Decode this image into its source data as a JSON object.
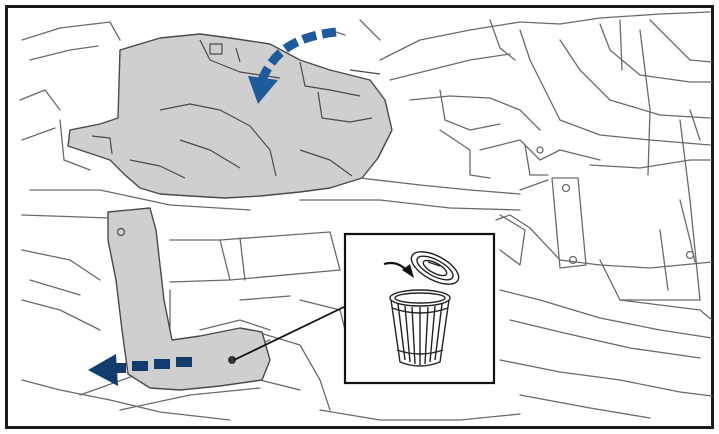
{
  "figure": {
    "type": "service-manual-illustration",
    "description_visible_text": [],
    "colors": {
      "frame": "#1a1a1a",
      "line_art": "#555555",
      "highlighted_part_fill": "#cfcfcf",
      "highlighted_part_stroke": "#4a4a4a",
      "arrow_blue": "#1f5a9c",
      "arrow_dark_blue": "#123b6e",
      "background": "#ffffff"
    },
    "icons": {
      "upper_part": "highlighted-cover-panel",
      "lower_part": "highlighted-bracket",
      "rotation_arrow": "curved-arrow-icon",
      "removal_arrow": "dashed-left-arrow-icon",
      "callout": "trash-can-icon",
      "callout_arrow": "curved-arrow-icon"
    },
    "instruction_meaning": "discard-removed-bracket"
  }
}
